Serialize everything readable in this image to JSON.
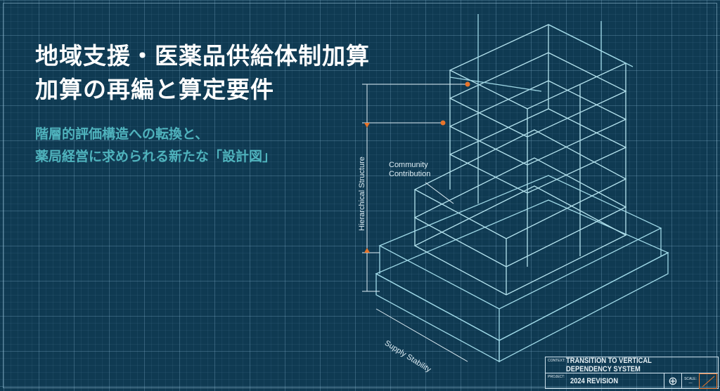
{
  "title": {
    "line1": "地域支援・医薬品供給体制加算",
    "line2": "加算の再編と算定要件"
  },
  "subtitle": {
    "line1": "階層的評価構造への転換と、",
    "line2": "薬局経営に求められる新たな「設計図」"
  },
  "diagram": {
    "community_label": "Community Contribution",
    "vertical_label": "Hierarchical Structure",
    "base_label": "Supply Stability",
    "accent": "#e8742a",
    "line_color": "#9fd8e6"
  },
  "title_block": {
    "context_label": "CONTEXT:",
    "context_value": "TRANSITION TO VERTICAL DEPENDENCY SYSTEM",
    "project_label": "PROJECT:",
    "project_value": "2024 REVISION",
    "scale_label": "SCALE:"
  }
}
